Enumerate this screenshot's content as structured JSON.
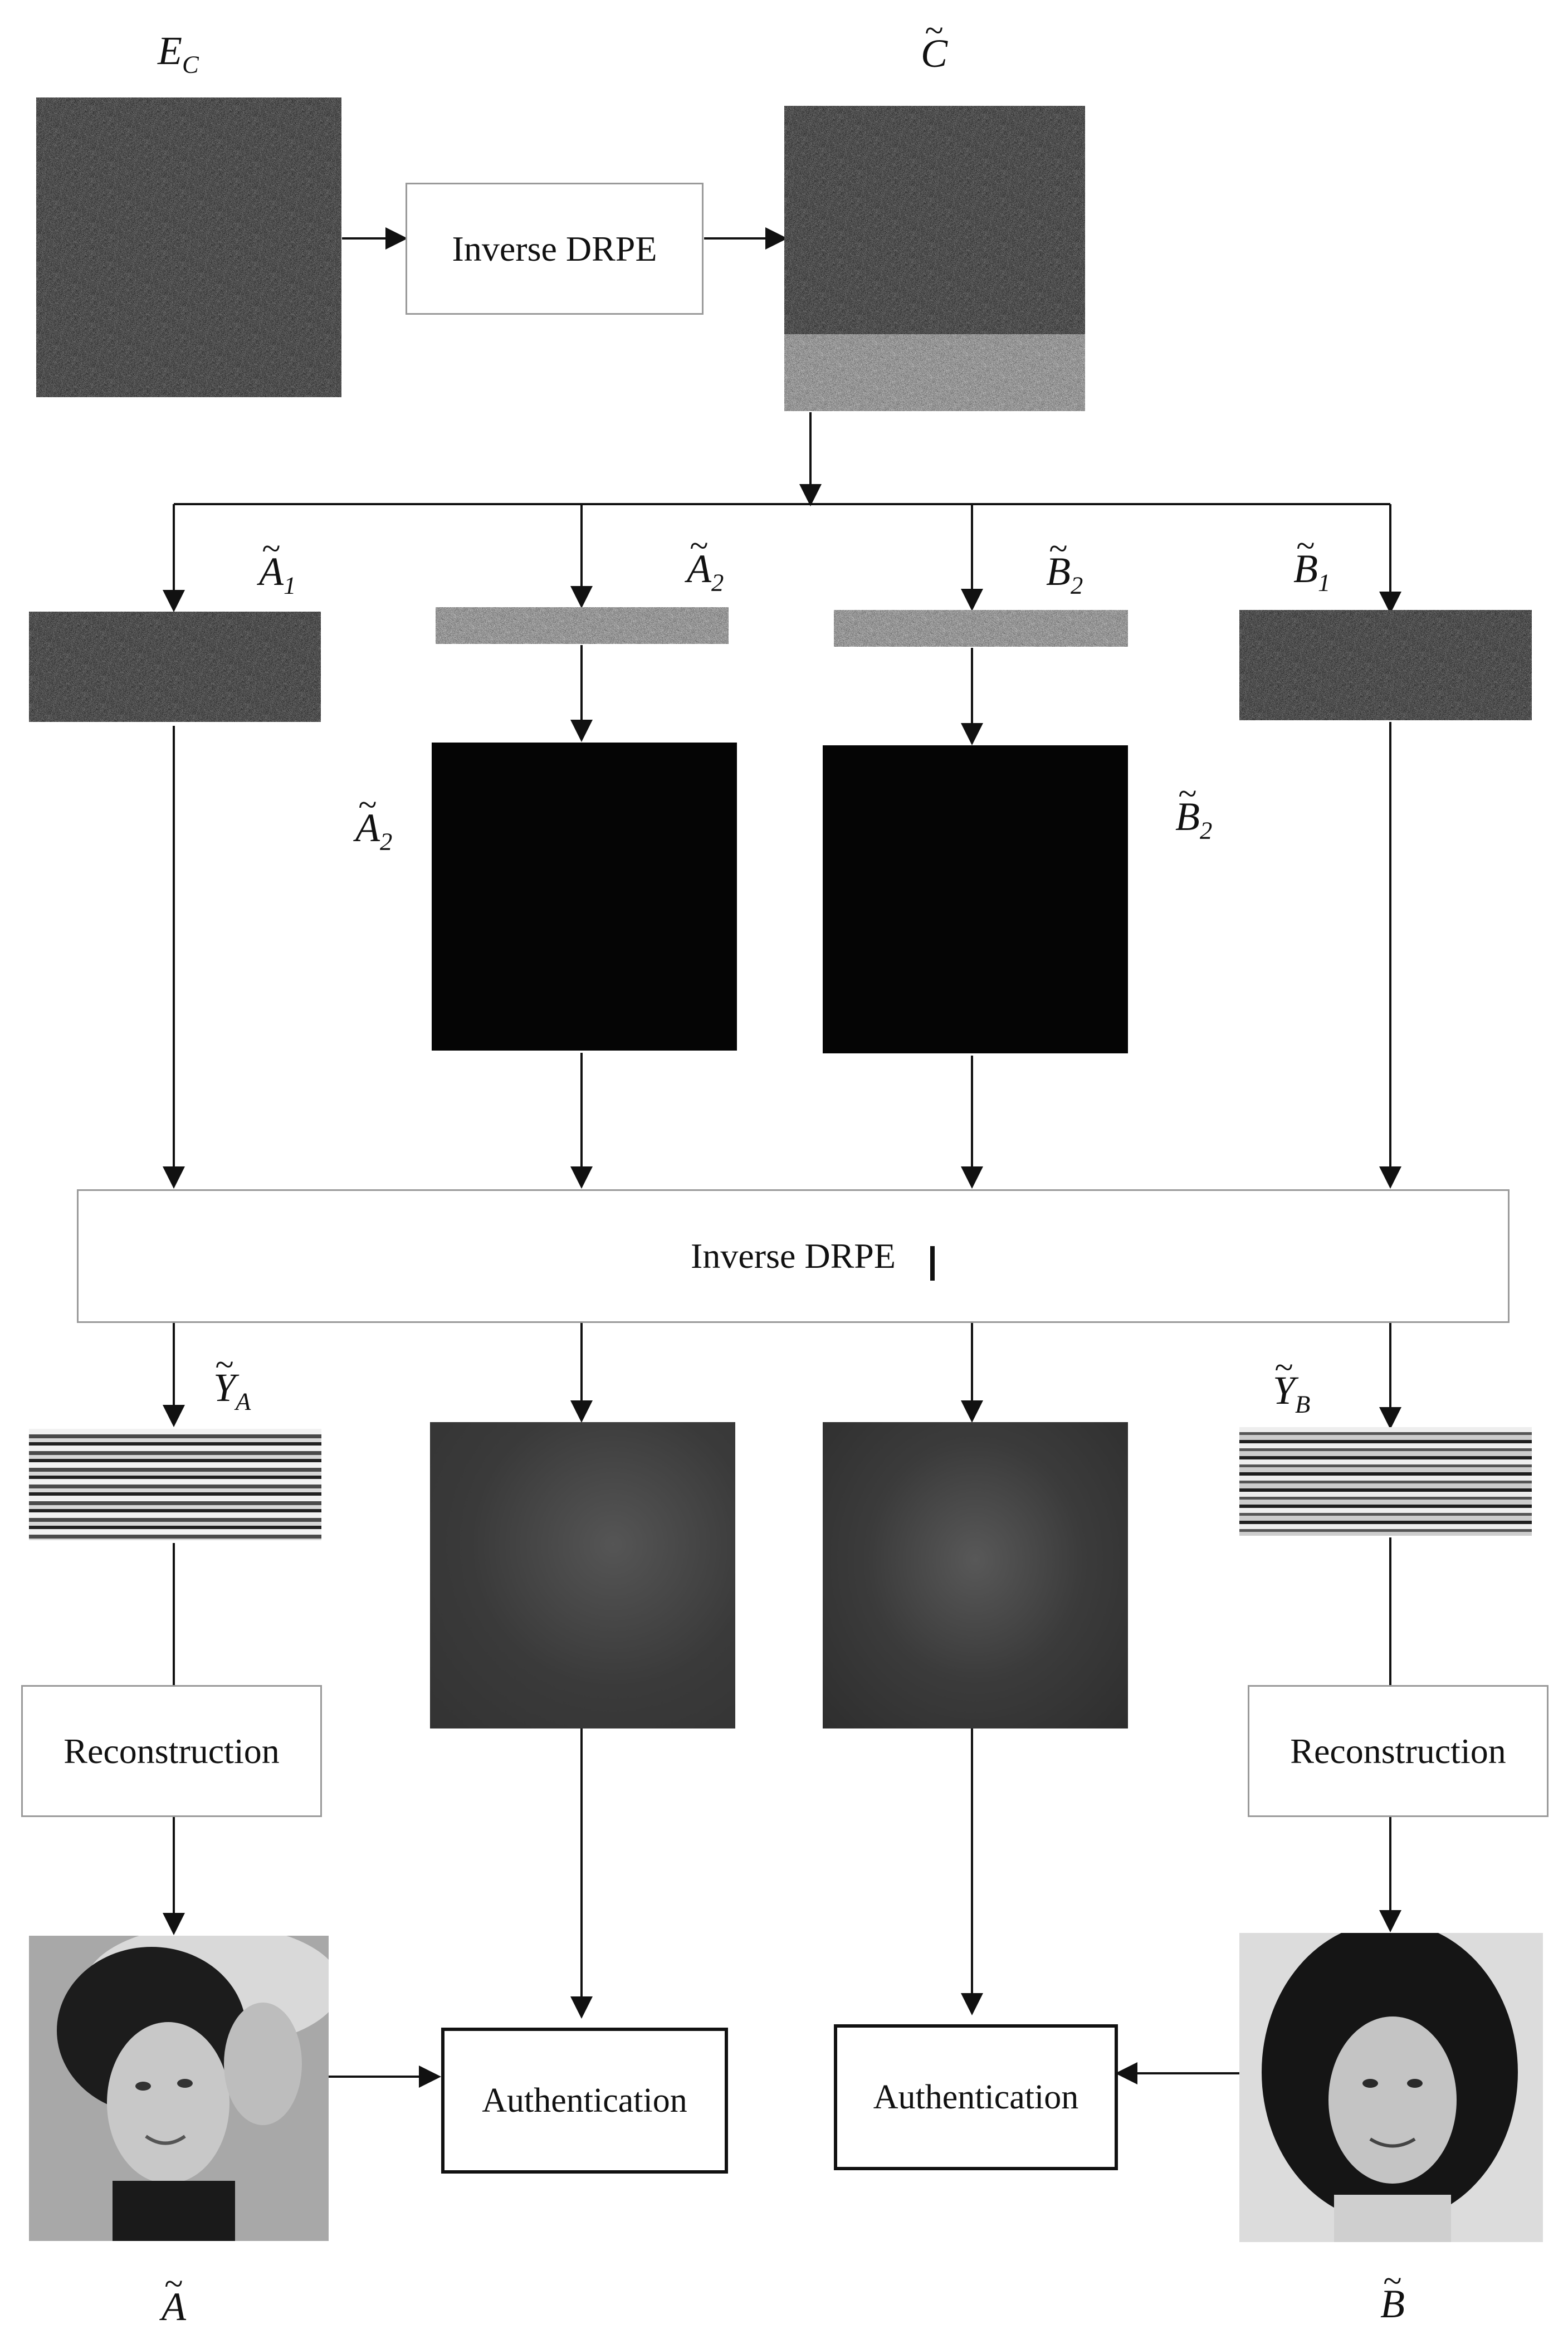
{
  "nodes": {
    "inverse_drpe_top": "Inverse DRPE",
    "inverse_drpe_main": "Inverse DRPE",
    "reconstruction_left": "Reconstruction",
    "reconstruction_right": "Reconstruction",
    "authentication_left": "Authentication",
    "authentication_right": "Authentication"
  },
  "labels": {
    "e_c": {
      "base": "E",
      "sub": "C"
    },
    "c_tilde": {
      "base": "C",
      "sub": ""
    },
    "a1_tilde": {
      "base": "A",
      "sub": "1"
    },
    "a2_tilde_top": {
      "base": "A",
      "sub": "2"
    },
    "b2_tilde_top": {
      "base": "B",
      "sub": "2"
    },
    "b1_tilde": {
      "base": "B",
      "sub": "1"
    },
    "a2_tilde_side": {
      "base": "A",
      "sub": "2"
    },
    "b2_tilde_side": {
      "base": "B",
      "sub": "2"
    },
    "ya_tilde": {
      "base": "Y",
      "sub": "A"
    },
    "yb_tilde": {
      "base": "Y",
      "sub": "B"
    },
    "a_tilde": {
      "base": "A",
      "sub": ""
    },
    "b_tilde": {
      "base": "B",
      "sub": ""
    }
  },
  "colors": {
    "line": "#111111",
    "box_border_thin": "#9a9a9a",
    "box_border_thick": "#111111",
    "noise_dark": "#4a4a4a",
    "noise_light": "#8a8a8a"
  }
}
